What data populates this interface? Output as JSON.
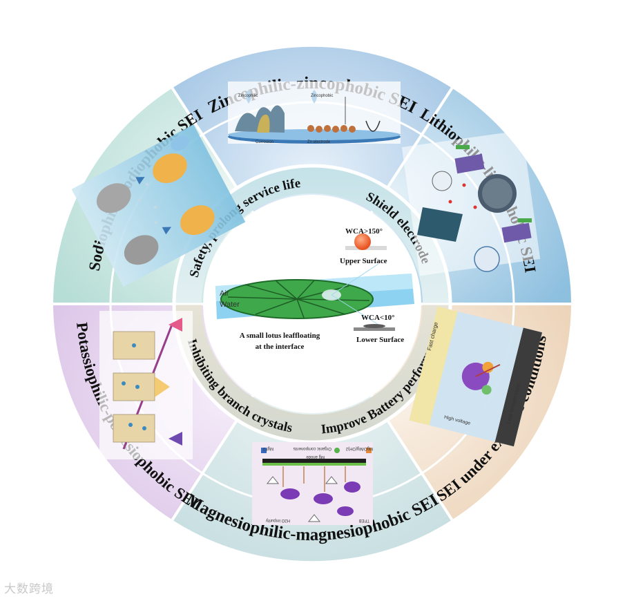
{
  "outer_titles": {
    "zinc": "Zincophilic-zincophobic SEI",
    "lithium": "Lithiophilic-lithiophobic SEI",
    "sodium": "Sodiophilic-sodiophobic SEI",
    "potassium": "Potassiophilic-potassiophobic SEI",
    "magnesium": "Magnesiophilic-magnesiophobic SEI",
    "extreme": "SEI under extreme conditions"
  },
  "middle_titles": {
    "safety": "Safety, prolong service life",
    "shield": "Shield electrode",
    "inhibit": "Inhibiting branch crystals",
    "improve": "Improve Battery performance"
  },
  "center": {
    "wca_upper": "WCA>150°",
    "upper_surface": "Upper Surface",
    "air": "Air",
    "water": "Water",
    "wca_lower": "WCA<10°",
    "lower_surface": "Lower Surface",
    "caption_line1": "A small lotus leaffloating",
    "caption_line2": "at the interface"
  },
  "insets": {
    "zinc_labels": [
      "Zincophilic",
      "Zincophobic",
      "Zn electrode",
      "Corrosion"
    ],
    "mg_legend": [
      "MgO/Mg(OH)2",
      "Organic components",
      "MgF2"
    ],
    "mg_labels": [
      "Mg anode",
      "H2O impurity",
      "TFEB"
    ],
    "extreme_labels": [
      "Fast charge",
      "Low temperature",
      "High voltage"
    ]
  },
  "watermark": "大数跨境",
  "colors": {
    "zinc": "#a9c9e6",
    "lithium": "#8dbfdf",
    "sodium": "#b6ddd6",
    "potassium": "#e2cdea",
    "magnesium": "#c5dde0",
    "extreme": "#efd9c2",
    "middle_top": "#cfe6ea",
    "middle_bottom": "#e0dccc",
    "leaf": "#3ea84a",
    "droplet": "#e8521f"
  }
}
